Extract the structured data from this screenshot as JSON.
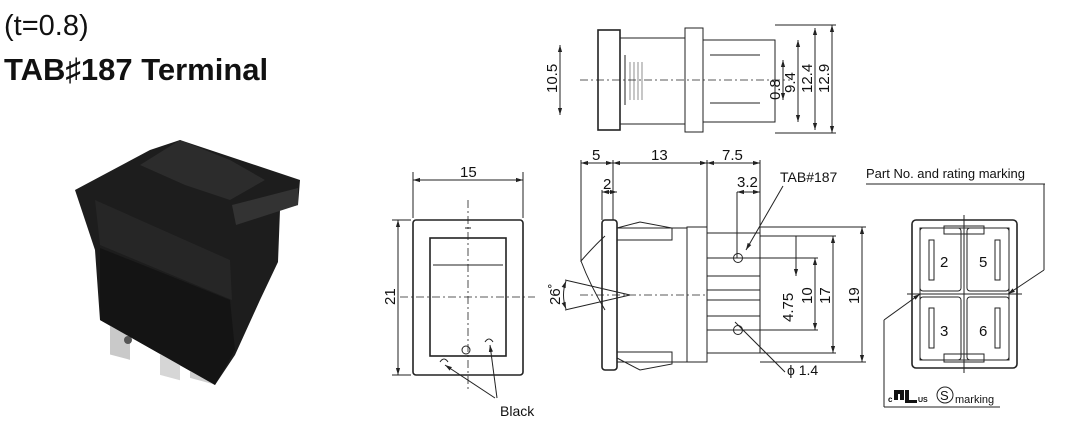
{
  "header": {
    "thickness": "(t=0.8)",
    "title": "TAB♯187 Terminal"
  },
  "top_view": {
    "dims": [
      "10.5",
      "0.8",
      "9.4",
      "12.4",
      "12.9"
    ]
  },
  "front_view": {
    "width": "15",
    "height": "21",
    "callout": "Black"
  },
  "side_view": {
    "dims_top": [
      "5",
      "13",
      "7.5"
    ],
    "flange": "2",
    "terminal_offset": "3.2",
    "terminal_label": "TAB#187",
    "angle": "26˚",
    "dims_right": [
      "4.75",
      "10",
      "17",
      "19"
    ],
    "hole": "ϕ 1.4"
  },
  "rear_view": {
    "label": "Part No. and rating marking",
    "terminals": [
      "2",
      "5",
      "3",
      "6"
    ],
    "cert_ul": "c",
    "cert_us": "US",
    "cert_s": "S",
    "cert_marking": "marking"
  },
  "colors": {
    "line": "#222222",
    "body": "#1a1a1a"
  }
}
